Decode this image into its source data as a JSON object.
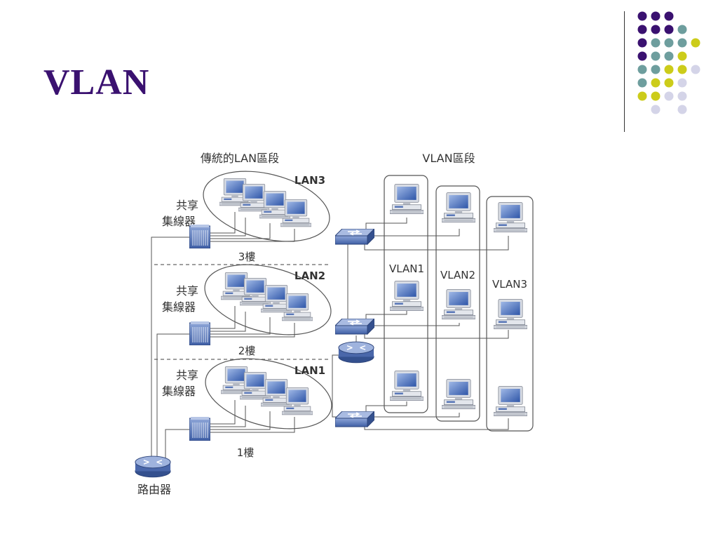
{
  "slide": {
    "title": "VLAN"
  },
  "decoration": {
    "dot_colors": {
      "purple": "#3a1170",
      "teal": "#6e9e9e",
      "yellow": "#cccc1a",
      "lavender": "#d4d4e8"
    }
  },
  "diagram": {
    "traditional_heading": "傳統的LAN區段",
    "vlan_heading": "VLAN區段",
    "hub_label_line1": "共享",
    "hub_label_line2": "集線器",
    "floors": [
      {
        "lan": "LAN3",
        "floor": "3樓"
      },
      {
        "lan": "LAN2",
        "floor": "2樓"
      },
      {
        "lan": "LAN1",
        "floor": "1樓"
      }
    ],
    "vlans": [
      "VLAN1",
      "VLAN2",
      "VLAN3"
    ],
    "router_label": "路由器"
  },
  "colors": {
    "device_blue": "#5a78b8",
    "device_dark": "#34508e",
    "screen": "#3c64b4",
    "line": "#555555"
  }
}
